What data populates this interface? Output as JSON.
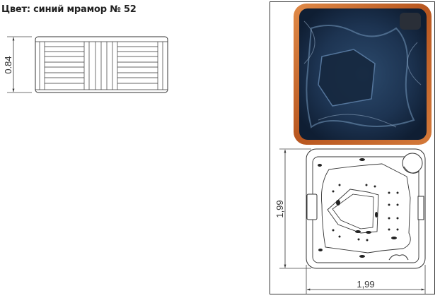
{
  "title": "Цвет: синий мрамор № 52",
  "side_view": {
    "height_label": "0.84"
  },
  "plan_view": {
    "depth_label": "1,99",
    "width_label": "1,99"
  },
  "colors": {
    "shell": "#1f3550",
    "frame": "#c8642a"
  }
}
